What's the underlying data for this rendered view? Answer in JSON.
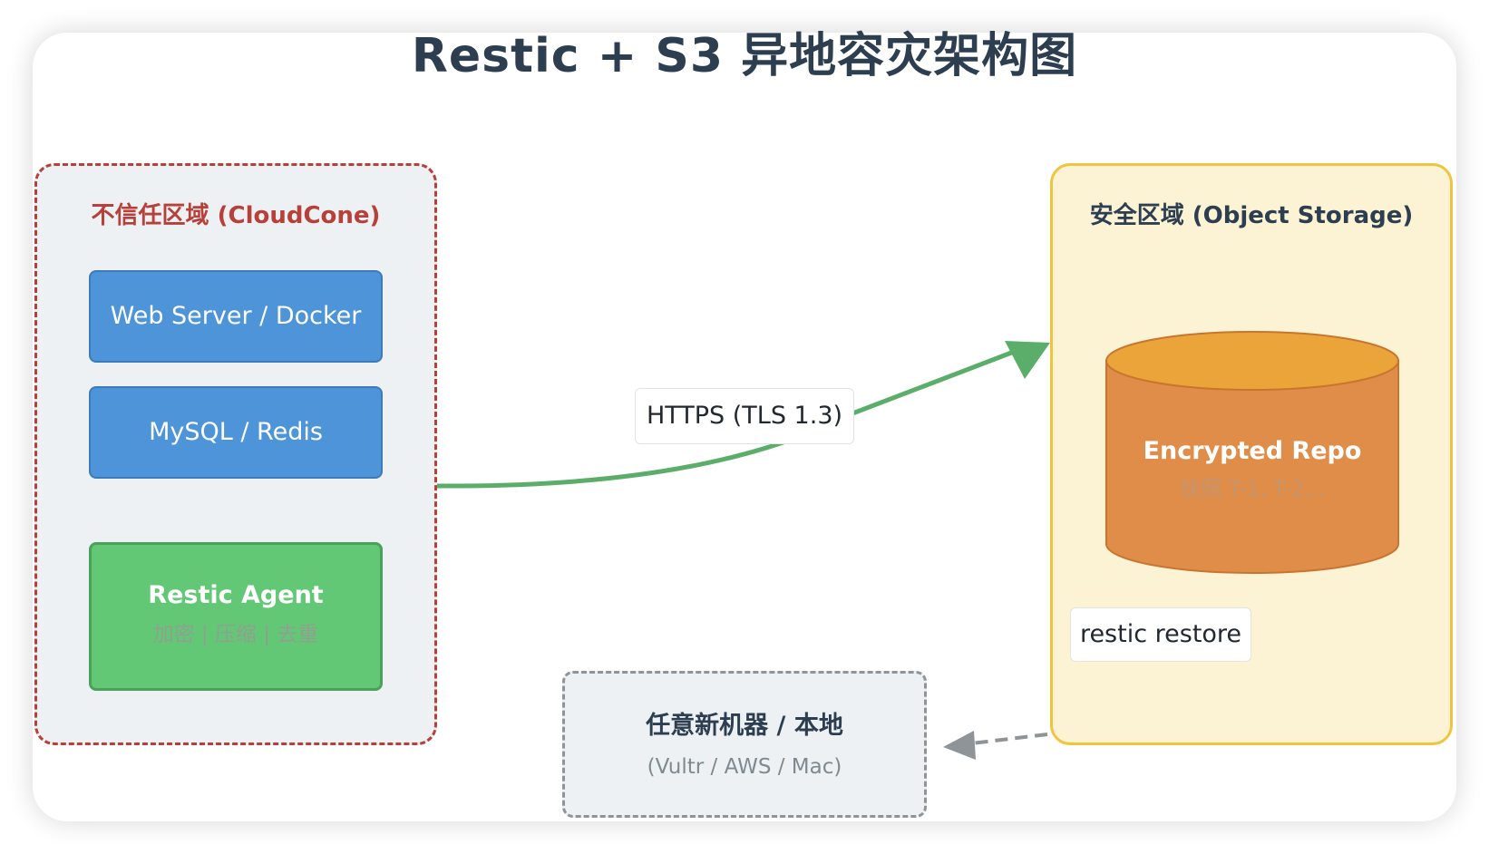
{
  "title": "Restic + S3 异地容灾架构图",
  "untrusted_zone": {
    "title": "不信任区域 (CloudCone)",
    "title_color": "#b8403a",
    "web_server_label": "Web Server / Docker",
    "db_label": "MySQL / Redis",
    "agent": {
      "label": "Restic Agent",
      "sub_label": "加密 | 压缩 | 去重"
    }
  },
  "secure_zone": {
    "title": "安全区域 (Object Storage)",
    "title_color": "#2c3e50",
    "repo": {
      "label": "Encrypted Repo",
      "sub_label": "快照 T-1, T-2..."
    },
    "restore_label": "restic restore"
  },
  "connection": {
    "label": "HTTPS (TLS 1.3)",
    "color": "#5aae6a"
  },
  "restore_target": {
    "label": "任意新机器 / 本地",
    "sub_label": "(Vultr / AWS / Mac)"
  },
  "colors": {
    "title": "#2c3e50",
    "blue_box": "#4e94d8",
    "green_box": "#63c876",
    "cylinder": "#df8d48",
    "cylinder_top": "#eba43a",
    "restore_arrow": "#8e9498"
  }
}
